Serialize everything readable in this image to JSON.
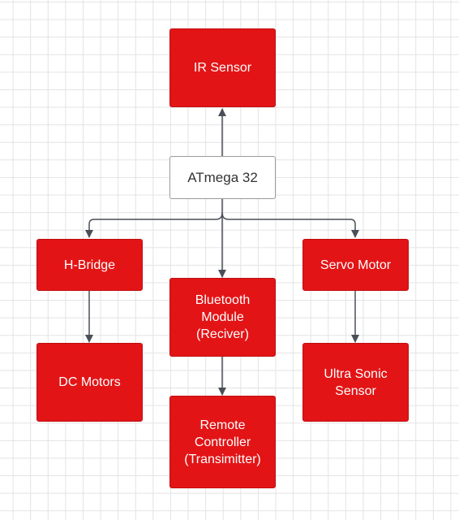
{
  "diagram": {
    "nodes": {
      "ir_sensor": "IR Sensor",
      "atmega": "ATmega 32",
      "h_bridge": "H-Bridge",
      "bluetooth": "Bluetooth\nModule\n(Reciver)",
      "servo": "Servo Motor",
      "dc_motors": "DC Motors",
      "remote": "Remote\nController\n(Transimitter)",
      "ultrasonic": "Ultra Sonic\nSensor"
    },
    "edges": [
      {
        "from": "atmega",
        "to": "ir_sensor"
      },
      {
        "from": "atmega",
        "to": "h_bridge"
      },
      {
        "from": "atmega",
        "to": "bluetooth"
      },
      {
        "from": "atmega",
        "to": "servo"
      },
      {
        "from": "h_bridge",
        "to": "dc_motors"
      },
      {
        "from": "bluetooth",
        "to": "remote"
      },
      {
        "from": "servo",
        "to": "ultrasonic"
      }
    ],
    "colors": {
      "block_fill": "#e31416",
      "block_text": "#ffffff",
      "controller_fill": "#ffffff",
      "connector": "#4a4f57",
      "grid": "#e3e3e3"
    }
  }
}
